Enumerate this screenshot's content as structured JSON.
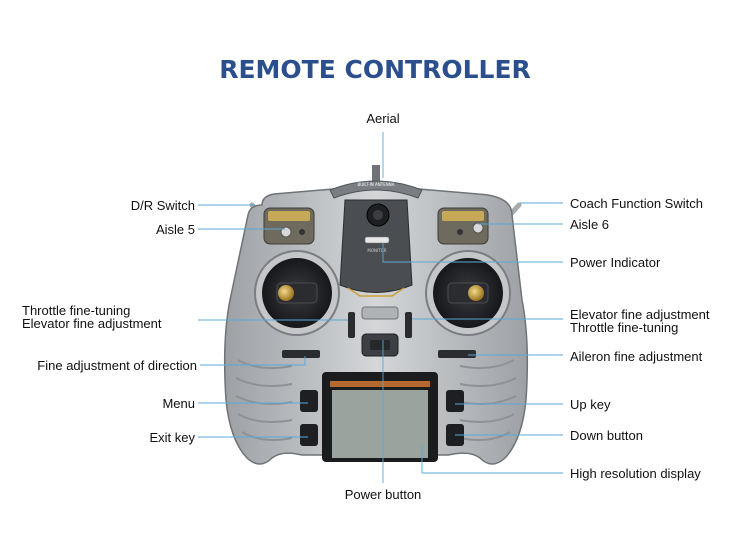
{
  "title": "REMOTE CONTROLLER",
  "colors": {
    "title": "#2b4f8c",
    "leader": "#5aa9d6",
    "body": "#b9bcbf",
    "body_dark": "#8e9296",
    "screen": "#9aa39d",
    "stick_gold": "#c9a03a"
  },
  "callouts": {
    "aerial": "Aerial",
    "dr_switch": "D/R Switch",
    "aisle_5": "Aisle 5",
    "throttle_fine_tuning_left": "Throttle fine-tuning",
    "elevator_fine_adjustment_left": "Elevator fine adjustment",
    "fine_adjustment_direction": "Fine adjustment of direction",
    "menu": "Menu",
    "exit_key": "Exit key",
    "power_button": "Power button",
    "coach_function_switch": "Coach Function Switch",
    "aisle_6": "Aisle 6",
    "power_indicator": "Power Indicator",
    "elevator_fine_adjustment_right": "Elevator fine adjustment",
    "throttle_fine_tuning_right": "Throttle fine-tuning",
    "aileron_fine_adjustment": "Aileron fine adjustment",
    "up_key": "Up key",
    "down_button": "Down button",
    "high_resolution_display": "High resolution display"
  }
}
